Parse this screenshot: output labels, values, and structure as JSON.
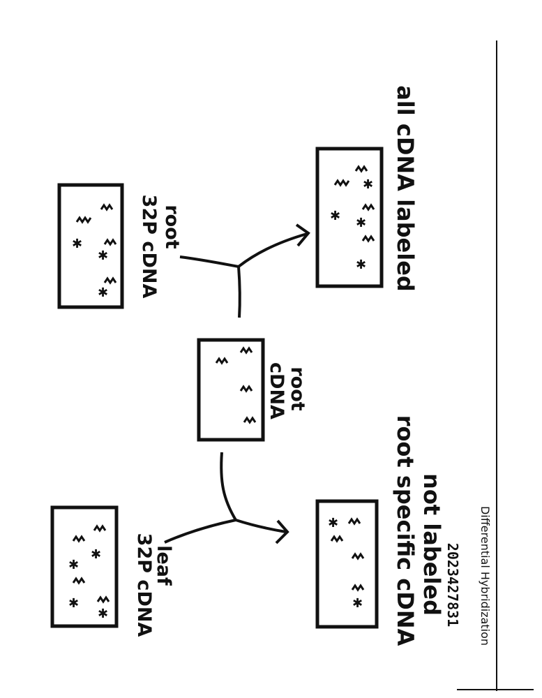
{
  "diagram": {
    "title": "Differential Hybridization",
    "document_id": "2023427831",
    "boxes": {
      "leaf_probe": {
        "label_line1": "32P cDNA",
        "label_line2": "leaf"
      },
      "root_probe": {
        "label_line1": "32P cDNA",
        "label_line2": "root"
      },
      "cdna_root": {
        "label_line1": "cDNA",
        "label_line2": "root"
      },
      "result_all": {
        "caption": "all cDNA labeled"
      },
      "result_specific": {
        "caption_line1": "root specific cDNA",
        "caption_line2": "not labeled"
      }
    }
  }
}
